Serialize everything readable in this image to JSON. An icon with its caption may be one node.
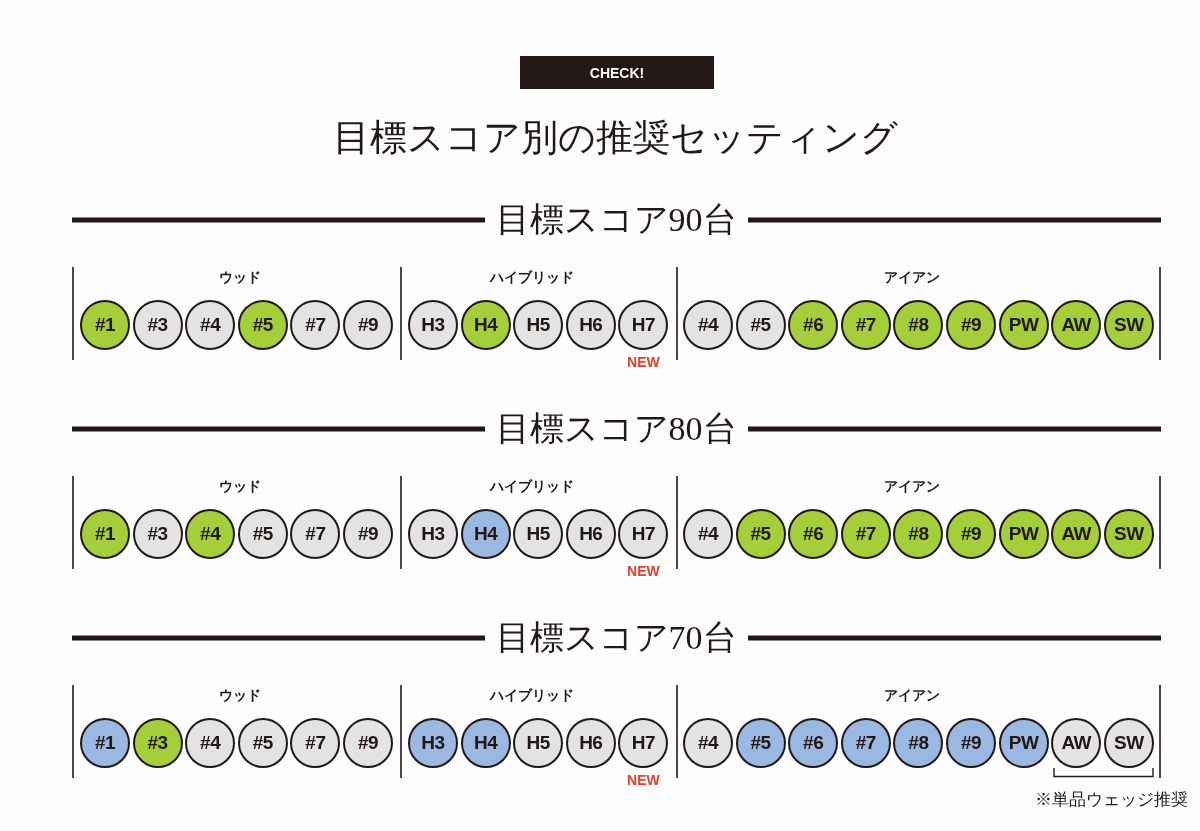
{
  "diagram": {
    "title": "目標スコア別の推奨セッティング",
    "nodes": [
      {
        "text": [
          "CHECK!"
        ]
      },
      {
        "text": [
          "#1"
        ]
      },
      {
        "text": [
          "#3"
        ]
      },
      {
        "text": [
          "#4"
        ]
      },
      {
        "text": [
          "#5"
        ]
      },
      {
        "text": [
          "#7"
        ]
      },
      {
        "text": [
          "#9"
        ]
      },
      {
        "text": [
          "H3"
        ]
      },
      {
        "text": [
          "H4"
        ]
      },
      {
        "text": [
          "H5"
        ]
      },
      {
        "text": [
          "H6"
        ]
      },
      {
        "text": [
          "H7"
        ],
        "beside": [
          "NEW"
        ]
      },
      {
        "text": [
          "#4"
        ]
      },
      {
        "text": [
          "#5"
        ]
      },
      {
        "text": [
          "#6"
        ]
      },
      {
        "text": [
          "#7"
        ]
      },
      {
        "text": [
          "#8"
        ]
      },
      {
        "text": [
          "#9"
        ]
      },
      {
        "text": [
          "PW"
        ]
      },
      {
        "text": [
          "AW"
        ]
      },
      {
        "text": [
          "SW"
        ]
      },
      {
        "text": [
          "#1"
        ]
      },
      {
        "text": [
          "#3"
        ]
      },
      {
        "text": [
          "#4"
        ]
      },
      {
        "text": [
          "#5"
        ]
      },
      {
        "text": [
          "#7"
        ]
      },
      {
        "text": [
          "#9"
        ]
      },
      {
        "text": [
          "H3"
        ]
      },
      {
        "text": [
          "H4"
        ]
      },
      {
        "text": [
          "H5"
        ]
      },
      {
        "text": [
          "H6"
        ]
      },
      {
        "text": [
          "H7"
        ],
        "beside": [
          "NEW"
        ]
      },
      {
        "text": [
          "#4"
        ]
      },
      {
        "text": [
          "#5"
        ]
      },
      {
        "text": [
          "#6"
        ]
      },
      {
        "text": [
          "#7"
        ]
      },
      {
        "text": [
          "#8"
        ]
      },
      {
        "text": [
          "#9"
        ]
      },
      {
        "text": [
          "PW"
        ]
      },
      {
        "text": [
          "AW"
        ]
      },
      {
        "text": [
          "SW"
        ]
      },
      {
        "text": [
          "#1"
        ]
      },
      {
        "text": [
          "#3"
        ]
      },
      {
        "text": [
          "#4"
        ]
      },
      {
        "text": [
          "#5"
        ]
      },
      {
        "text": [
          "#7"
        ]
      },
      {
        "text": [
          "#9"
        ]
      },
      {
        "text": [
          "H3"
        ]
      },
      {
        "text": [
          "H4"
        ]
      },
      {
        "text": [
          "H5"
        ]
      },
      {
        "text": [
          "H6"
        ]
      },
      {
        "text": [
          "H7"
        ],
        "beside": [
          "NEW"
        ]
      },
      {
        "text": [
          "#4"
        ]
      },
      {
        "text": [
          "#5"
        ]
      },
      {
        "text": [
          "#6"
        ]
      },
      {
        "text": [
          "#7"
        ]
      },
      {
        "text": [
          "#8"
        ]
      },
      {
        "text": [
          "#9"
        ]
      },
      {
        "text": [
          "PW"
        ]
      },
      {
        "text": [
          "AW"
        ]
      },
      {
        "text": [
          "SW"
        ]
      }
    ],
    "labels": [
      "目標スコア90台",
      "ウッド",
      "ハイブリッド",
      "アイアン",
      "目標スコア80台",
      "ウッド",
      "ハイブリッド",
      "アイアン",
      "目標スコア70台",
      "ウッド",
      "ハイブリッド",
      "アイアン",
      "※単品ウェッジ推奨"
    ]
  }
}
